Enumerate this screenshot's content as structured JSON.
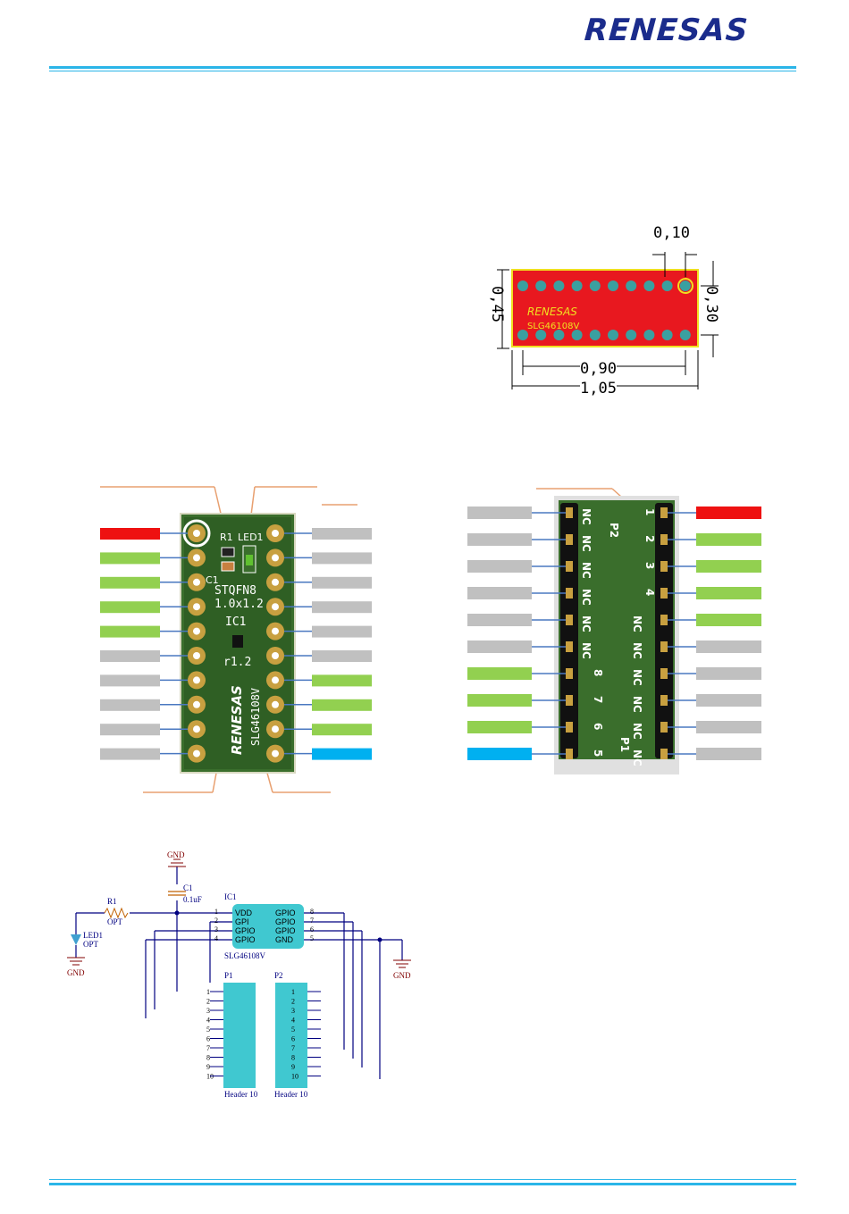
{
  "header": {
    "logo_text": "RENESAS"
  },
  "dimensions": {
    "top": "0,10",
    "left": "0,45",
    "right": "0,30",
    "inner": "0,90",
    "outer": "1,05"
  },
  "board_render": {
    "logo": "RENESAS",
    "part": "SLG46108V",
    "pkg": "STQFN8",
    "size": "1.0x1.2",
    "ic": "IC1",
    "rev": "r1.2",
    "r1": "R1",
    "c1": "C1",
    "led": "LED1",
    "nc": "NC"
  },
  "left_view": {
    "left_bar_colors": [
      "#ee1111",
      "#92d050",
      "#92d050",
      "#92d050",
      "#92d050",
      "#c0c0c0",
      "#c0c0c0",
      "#c0c0c0",
      "#c0c0c0",
      "#c0c0c0"
    ],
    "right_bar_colors": [
      "#c0c0c0",
      "#c0c0c0",
      "#c0c0c0",
      "#c0c0c0",
      "#c0c0c0",
      "#c0c0c0",
      "#92d050",
      "#92d050",
      "#92d050",
      "#00b0f0"
    ]
  },
  "right_view": {
    "p2_label": "P2",
    "p1_label": "P1",
    "nc_label": "NC",
    "right_numbers": [
      "1",
      "2",
      "3",
      "4",
      "",
      "",
      "",
      "",
      "",
      ""
    ],
    "left_numbers": [
      "",
      "",
      "",
      "",
      "",
      "",
      "8",
      "7",
      "6",
      "5"
    ],
    "nc_left": [
      "NC",
      "NC",
      "NC",
      "NC",
      "NC",
      "NC",
      "",
      "",
      "",
      ""
    ],
    "nc_right": [
      "",
      "",
      "",
      "",
      "NC",
      "NC",
      "NC",
      "NC",
      "NC",
      "NC"
    ],
    "left_bar_colors": [
      "#c0c0c0",
      "#c0c0c0",
      "#c0c0c0",
      "#c0c0c0",
      "#c0c0c0",
      "#c0c0c0",
      "#92d050",
      "#92d050",
      "#92d050",
      "#00b0f0"
    ],
    "right_bar_colors": [
      "#ee1111",
      "#92d050",
      "#92d050",
      "#92d050",
      "#92d050",
      "#c0c0c0",
      "#c0c0c0",
      "#c0c0c0",
      "#c0c0c0",
      "#c0c0c0"
    ]
  },
  "schematic": {
    "gnd": "GND",
    "c1_ref": "C1",
    "c1_val": "0.1uF",
    "r1_ref": "R1",
    "r1_val": "OPT",
    "led_ref": "LED1",
    "led_val": "OPT",
    "ic_ref": "IC1",
    "ic_part": "SLG46108V",
    "ic_left_pins": [
      "VDD",
      "GPI",
      "GPIO",
      "GPIO"
    ],
    "ic_right_pins": [
      "GPIO",
      "GPIO",
      "GPIO",
      "GND"
    ],
    "ic_left_nums": [
      "1",
      "2",
      "3",
      "4"
    ],
    "ic_right_nums": [
      "8",
      "7",
      "6",
      "5"
    ],
    "p1_ref": "P1",
    "p2_ref": "P2",
    "header_label": "Header 10",
    "header_pins": [
      "1",
      "2",
      "3",
      "4",
      "5",
      "6",
      "7",
      "8",
      "9",
      "10"
    ]
  }
}
